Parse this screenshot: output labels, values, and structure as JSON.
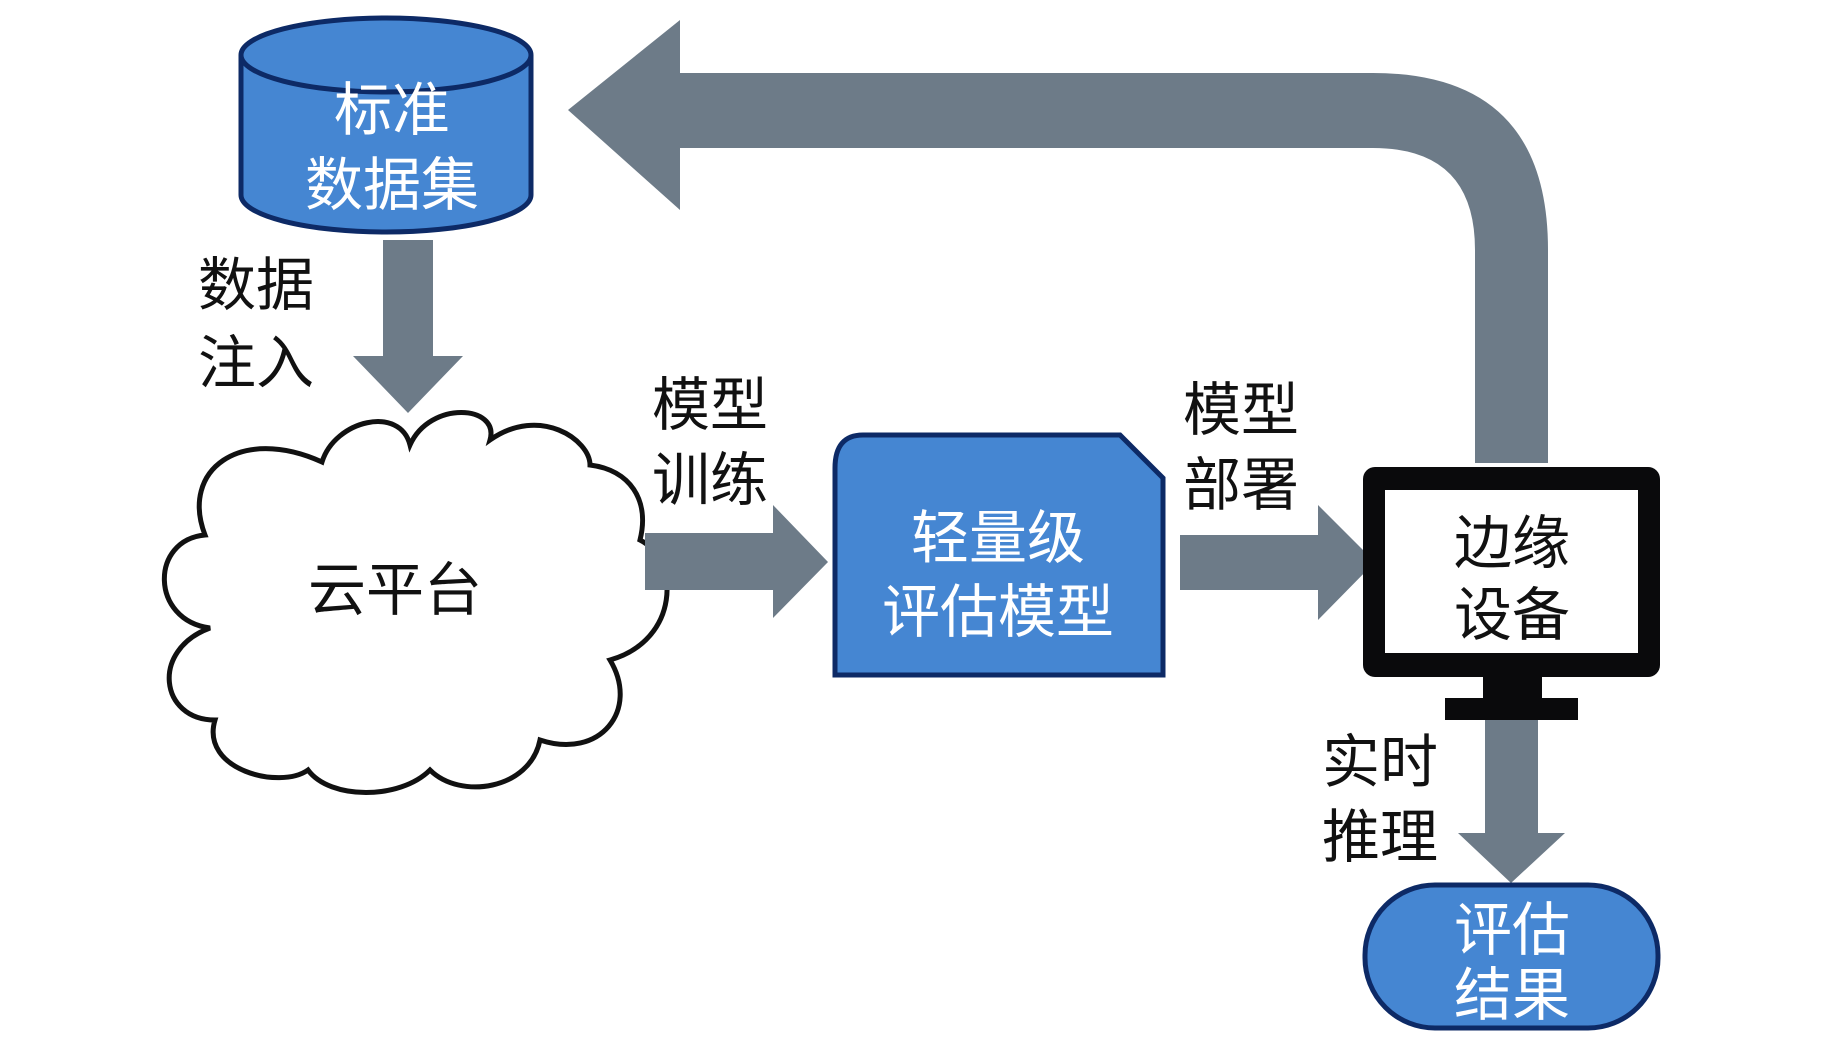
{
  "diagram": {
    "title": "",
    "colors": {
      "node_fill": "#4586d2",
      "node_stroke": "#0d2a66",
      "arrow": "#6d7b88",
      "device": "#0a0a0c",
      "text_dark": "#111111",
      "text_light": "#ffffff"
    },
    "nodes": {
      "dataset": {
        "line1": "标准",
        "line2": "数据集"
      },
      "cloud": {
        "label": "云平台"
      },
      "model": {
        "line1": "轻量级",
        "line2": "评估模型"
      },
      "device": {
        "line1": "边缘",
        "line2": "设备"
      },
      "result": {
        "line1": "评估",
        "line2": "结果"
      }
    },
    "edges": {
      "data_injection": {
        "from": "dataset",
        "to": "cloud",
        "line1": "数据",
        "line2": "注入"
      },
      "model_training": {
        "from": "cloud",
        "to": "model",
        "line1": "模型",
        "line2": "训练"
      },
      "model_deployment": {
        "from": "model",
        "to": "device",
        "line1": "模型",
        "line2": "部署"
      },
      "realtime_inference": {
        "from": "device",
        "to": "result",
        "line1": "实时",
        "line2": "推理"
      },
      "feedback": {
        "from": "device",
        "to": "dataset",
        "label": ""
      }
    }
  }
}
